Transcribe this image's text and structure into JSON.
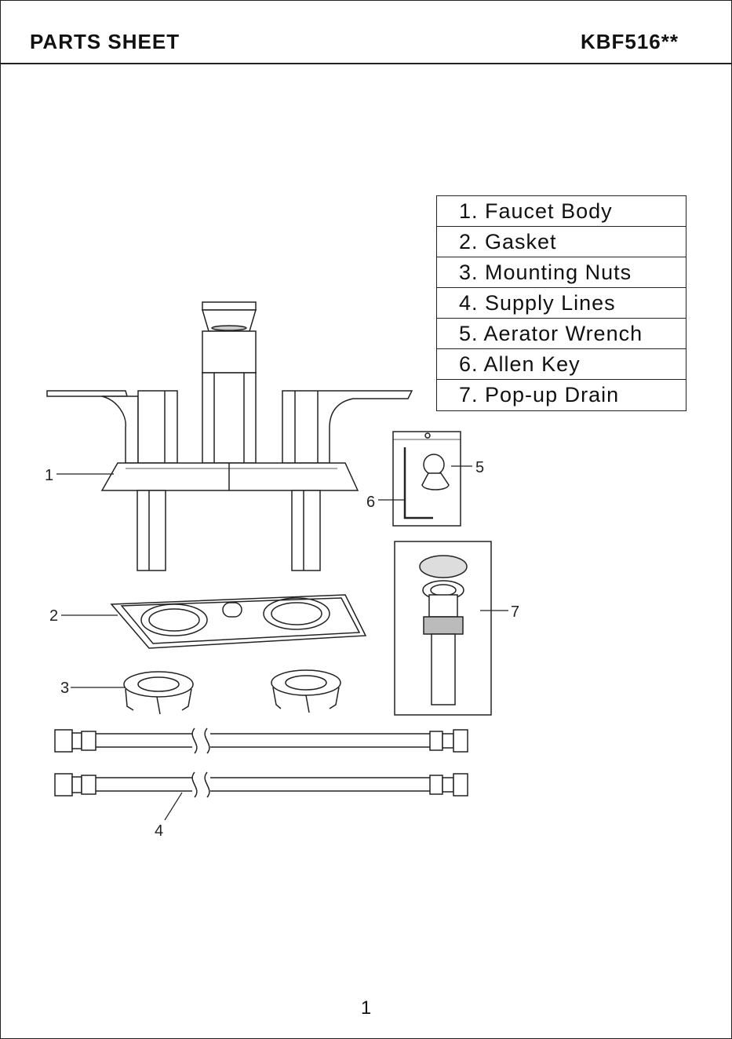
{
  "header": {
    "title": "PARTS SHEET",
    "model": "KBF516**"
  },
  "parts": [
    "1. Faucet Body",
    "2. Gasket",
    "3. Mounting Nuts",
    "4. Supply Lines",
    "5. Aerator Wrench",
    "6. Allen Key",
    "7. Pop-up Drain"
  ],
  "callouts": [
    "1",
    "2",
    "3",
    "4",
    "5",
    "6",
    "7"
  ],
  "page_number": "1"
}
